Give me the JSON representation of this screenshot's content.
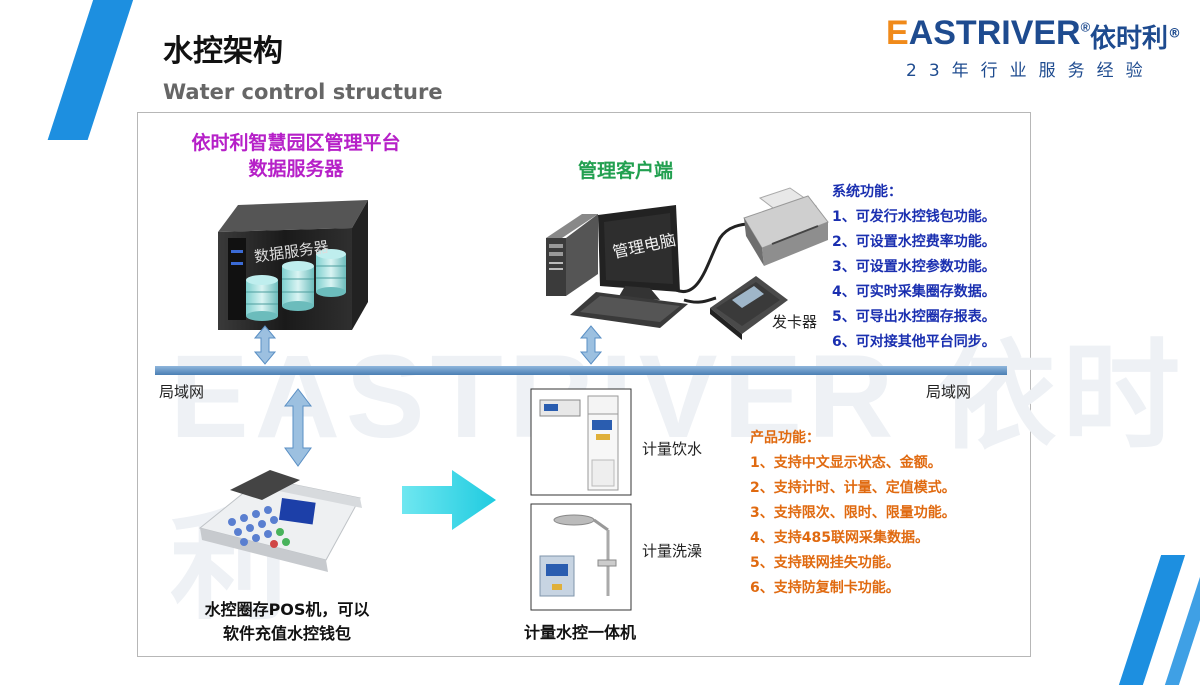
{
  "header": {
    "title": "水控架构",
    "subtitle": "Water control structure"
  },
  "brand": {
    "name_first": "E",
    "name_rest": "ASTRIVER",
    "name_cn": "依时利",
    "reg_mark": "®",
    "slogan": "23年行业服务经验"
  },
  "diagram": {
    "watermark": "EASTRIVER 依时利",
    "server": {
      "title_line1": "依时利智慧园区管理平台",
      "title_line2": "数据服务器",
      "device_label": "数据服务器"
    },
    "client": {
      "title": "管理客户端",
      "monitor_label": "管理电脑",
      "card_issuer_label": "发卡器"
    },
    "lan_left": "局域网",
    "lan_right": "局域网",
    "system_functions": {
      "heading": "系统功能：",
      "items": [
        "1、可发行水控钱包功能。",
        "2、可设置水控费率功能。",
        "3、可设置水控参数功能。",
        "4、可实时采集圈存数据。",
        "5、可导出水控圈存报表。",
        "6、可对接其他平台同步。"
      ]
    },
    "product_functions": {
      "heading": "产品功能：",
      "items": [
        "1、支持中文显示状态、金额。",
        "2、支持计时、计量、定值模式。",
        "3、支持限次、限时、限量功能。",
        "4、支持485联网采集数据。",
        "5、支持联网挂失功能。",
        "6、支持防复制卡功能。"
      ]
    },
    "pos": {
      "caption_line1": "水控圈存POS机，可以",
      "caption_line2": "软件充值水控钱包"
    },
    "drink_label": "计量饮水",
    "shower_label": "计量洗澡",
    "unit_caption": "计量水控一体机"
  },
  "colors": {
    "accent_blue": "#1d8fe0",
    "server_title": "#b620c8",
    "client_title": "#22a050",
    "system_text": "#1a2fb0",
    "product_text": "#e06a10",
    "lan_line": "#5a8fc4",
    "arrow_cyan": "#36d7e6"
  }
}
